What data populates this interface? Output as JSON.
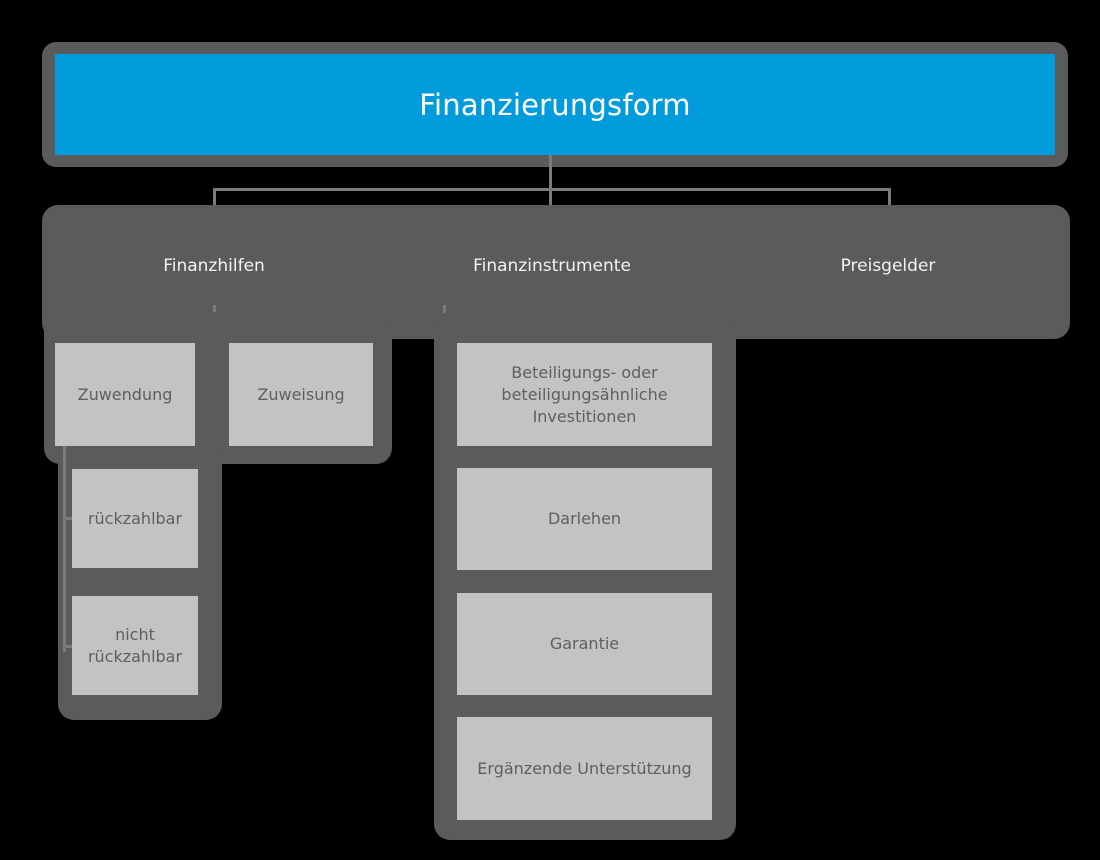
{
  "diagram": {
    "title": "Finanzierungsform",
    "type": "hierarchy-tree",
    "colors": {
      "accent_blue": "#029bdb",
      "container_gray": "#5b5b5b",
      "leaf_gray": "#c3c3c3",
      "leaf_text": "#5f5f5f",
      "connector_gray": "#7b7b7b",
      "background": "#000000",
      "level2_text": "#f2f2f2"
    },
    "root": {
      "label": "Finanzierungsform"
    },
    "level2": [
      {
        "label": "Finanzhilfen"
      },
      {
        "label": "Finanzinstrumente"
      },
      {
        "label": "Preisgelder"
      }
    ],
    "level3": {
      "finanzhilfen": [
        {
          "label": "Zuwendung"
        },
        {
          "label": "Zuweisung"
        }
      ],
      "finanzinstrumente": [
        {
          "label": "Beteiligungs- oder beteiligungsähnliche Investitionen"
        },
        {
          "label": "Darlehen"
        },
        {
          "label": "Garantie"
        },
        {
          "label": "Ergänzende Unterstützung"
        }
      ],
      "preisgelder": []
    },
    "level4": {
      "zuwendung": [
        {
          "label": "rückzahlbar"
        },
        {
          "label": "nicht rückzahlbar"
        }
      ]
    }
  }
}
